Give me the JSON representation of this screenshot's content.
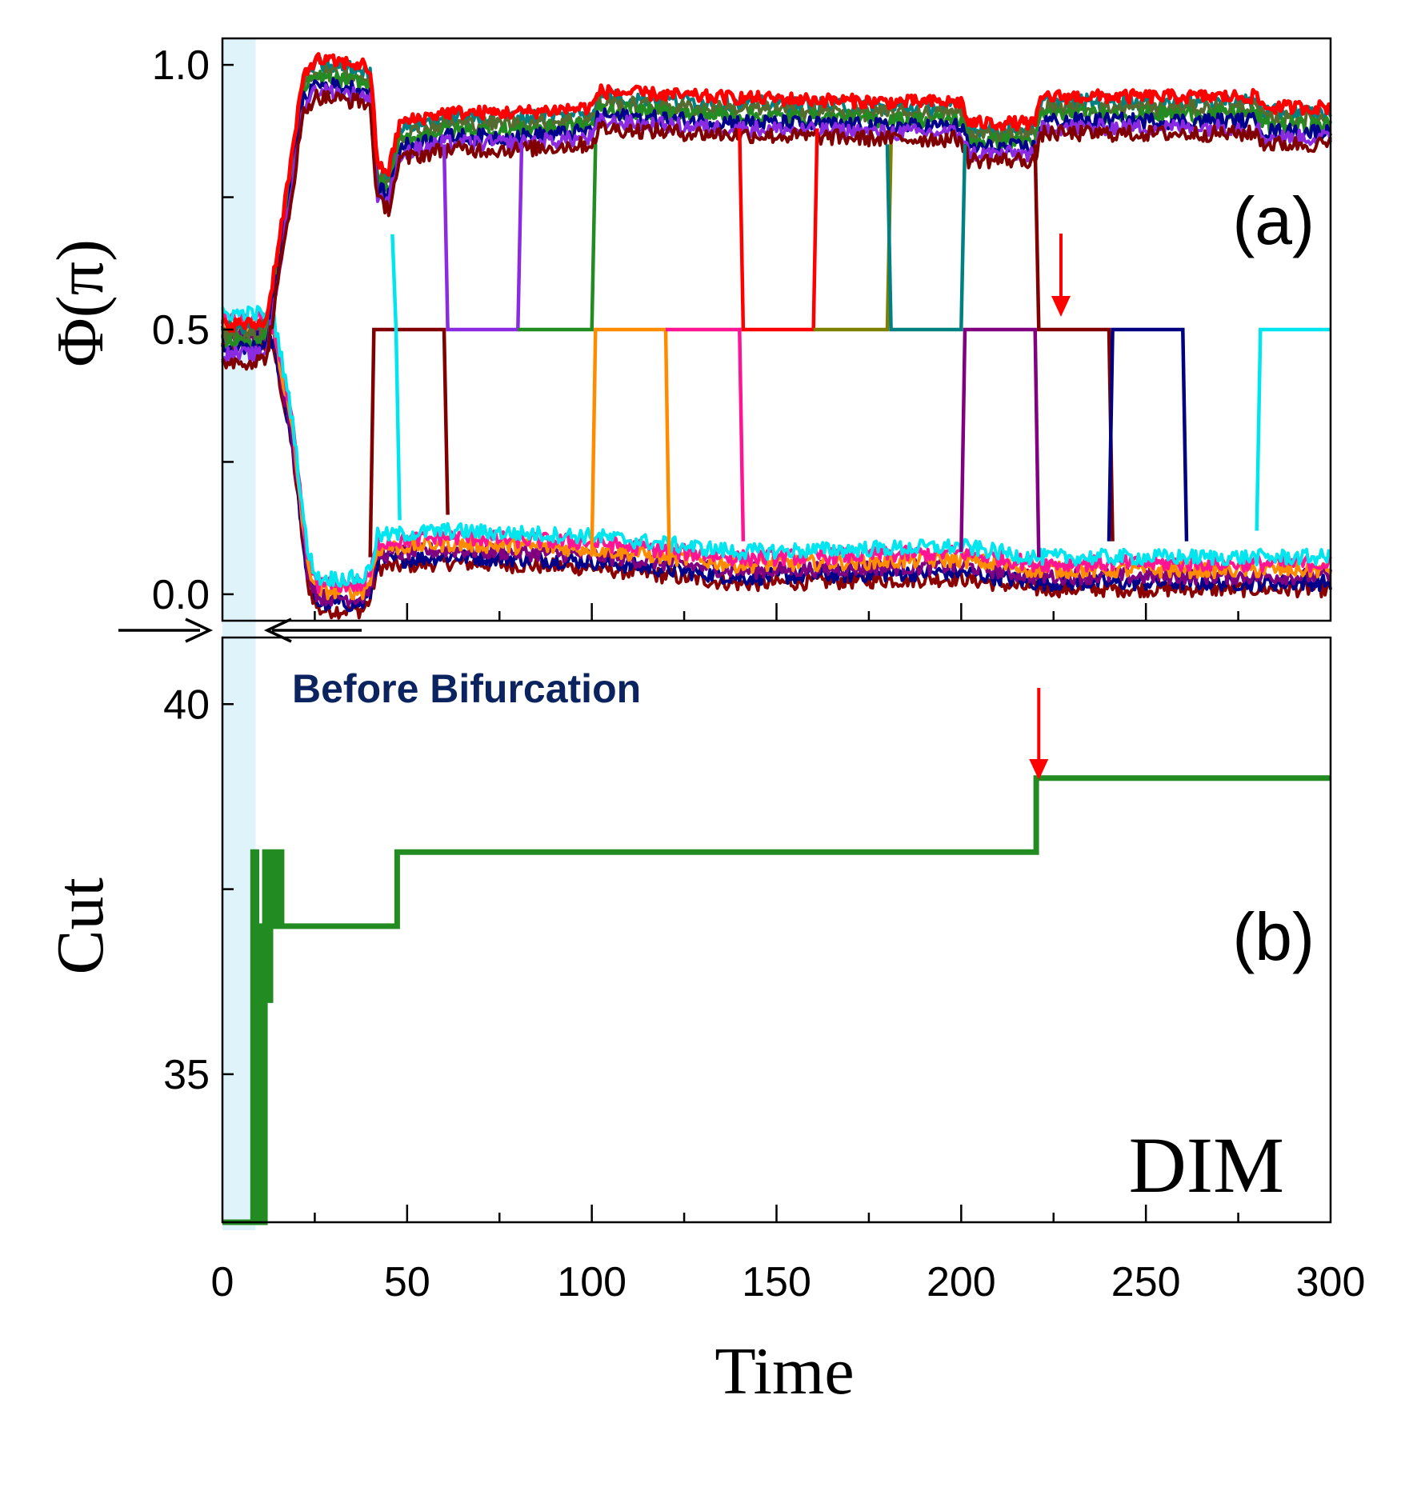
{
  "chart_data": [
    {
      "panel": "(a)",
      "type": "line",
      "xlabel": "Time",
      "ylabel": "Φ(π)",
      "xlim": [
        0,
        300
      ],
      "ylim": [
        -0.05,
        1.05
      ],
      "yticks": [
        "0.0",
        "0.5",
        "1.0"
      ],
      "grid": false,
      "colors": {
        "upper_ref": "#ff0000",
        "upper_variants": [
          "#008080",
          "#556b2f",
          "#228b22",
          "#00008b",
          "#8a2be2",
          "#800000"
        ],
        "lower_variants": [
          "#8b0000",
          "#00008b",
          "#800080",
          "#ff8c00",
          "#ff1493",
          "#00e5ee"
        ],
        "switchers": [
          "#8a2be2",
          "#228b22",
          "#ff0000",
          "#808000",
          "#008080",
          "#800000",
          "#00e5ee",
          "#ff8c00",
          "#ff1493",
          "#800080",
          "#000080"
        ]
      },
      "description_of_series": "Phases of many oscillators; they split from 0.5 into groups near 0 and near 1, with some oscillators temporarily parked at 0.5.",
      "upper_envelope": [
        [
          0,
          0.5
        ],
        [
          10,
          0.5
        ],
        [
          12,
          0.51
        ],
        [
          18,
          0.78
        ],
        [
          22,
          0.97
        ],
        [
          25,
          1.0
        ],
        [
          38,
          0.99
        ],
        [
          40,
          0.98
        ],
        [
          42,
          0.8
        ],
        [
          45,
          0.79
        ],
        [
          48,
          0.88
        ],
        [
          60,
          0.9
        ],
        [
          80,
          0.9
        ],
        [
          100,
          0.91
        ],
        [
          102,
          0.94
        ],
        [
          130,
          0.93
        ],
        [
          180,
          0.92
        ],
        [
          200,
          0.92
        ],
        [
          202,
          0.88
        ],
        [
          220,
          0.88
        ],
        [
          222,
          0.93
        ],
        [
          280,
          0.93
        ],
        [
          282,
          0.91
        ],
        [
          300,
          0.91
        ]
      ],
      "lower_envelope": [
        [
          0,
          0.5
        ],
        [
          10,
          0.5
        ],
        [
          14,
          0.49
        ],
        [
          19,
          0.3
        ],
        [
          23,
          0.05
        ],
        [
          26,
          0.0
        ],
        [
          38,
          0.0
        ],
        [
          40,
          0.02
        ],
        [
          42,
          0.08
        ],
        [
          60,
          0.09
        ],
        [
          100,
          0.08
        ],
        [
          140,
          0.05
        ],
        [
          200,
          0.06
        ],
        [
          220,
          0.04
        ],
        [
          300,
          0.04
        ]
      ],
      "switch_segments": [
        {
          "color_key": 0,
          "points": [
            [
              60,
              0.85
            ],
            [
              61,
              0.5
            ],
            [
              80,
              0.5
            ],
            [
              81,
              0.85
            ]
          ]
        },
        {
          "color_key": 1,
          "points": [
            [
              80,
              0.5
            ],
            [
              100,
              0.5
            ],
            [
              101,
              0.85
            ]
          ]
        },
        {
          "color_key": 2,
          "points": [
            [
              140,
              0.88
            ],
            [
              141,
              0.5
            ],
            [
              160,
              0.5
            ],
            [
              161,
              0.88
            ]
          ]
        },
        {
          "color_key": 3,
          "points": [
            [
              160,
              0.5
            ],
            [
              180,
              0.5
            ],
            [
              181,
              0.85
            ]
          ]
        },
        {
          "color_key": 4,
          "points": [
            [
              180,
              0.85
            ],
            [
              181,
              0.5
            ],
            [
              200,
              0.5
            ],
            [
              201,
              0.85
            ]
          ]
        },
        {
          "color_key": 5,
          "points": [
            [
              40,
              0.07
            ],
            [
              41,
              0.5
            ],
            [
              60,
              0.5
            ],
            [
              61,
              0.15
            ]
          ]
        },
        {
          "color_key": 6,
          "points": [
            [
              46,
              0.68
            ],
            [
              47,
              0.5
            ],
            [
              48,
              0.14
            ]
          ]
        },
        {
          "color_key": 7,
          "points": [
            [
              100,
              0.08
            ],
            [
              101,
              0.5
            ],
            [
              120,
              0.5
            ],
            [
              121,
              0.06
            ]
          ]
        },
        {
          "color_key": 8,
          "points": [
            [
              120,
              0.5
            ],
            [
              140,
              0.5
            ],
            [
              141,
              0.1
            ]
          ]
        },
        {
          "color_key": 9,
          "points": [
            [
              200,
              0.08
            ],
            [
              201,
              0.5
            ],
            [
              220,
              0.5
            ],
            [
              221,
              0.07
            ]
          ]
        },
        {
          "color_key": 5,
          "points": [
            [
              220,
              0.85
            ],
            [
              221,
              0.5
            ],
            [
              240,
              0.5
            ],
            [
              241,
              0.1
            ]
          ]
        },
        {
          "color_key": 10,
          "points": [
            [
              240,
              0.1
            ],
            [
              241,
              0.5
            ],
            [
              260,
              0.5
            ],
            [
              261,
              0.1
            ]
          ]
        },
        {
          "color_key": 6,
          "points": [
            [
              280,
              0.12
            ],
            [
              281,
              0.5
            ],
            [
              300,
              0.5
            ]
          ]
        }
      ]
    },
    {
      "panel": "(b)",
      "type": "line",
      "xlabel": "Time",
      "ylabel": "Cut",
      "xlim": [
        0,
        300
      ],
      "ylim": [
        33,
        40.9
      ],
      "yticks": [
        "35",
        "40"
      ],
      "grid": false,
      "series": [
        {
          "color": "#228b22",
          "x": [
            0,
            8,
            8.3,
            8.6,
            9.2,
            9.5,
            9.8,
            10,
            10.3,
            11,
            11.5,
            12,
            12.3,
            12.6,
            13,
            13.3,
            14,
            14.5,
            15,
            15.5,
            16,
            16.3,
            47,
            47.3,
            220,
            220.3,
            300
          ],
          "y": [
            33,
            33,
            38,
            38,
            33,
            33,
            37,
            37,
            33,
            33,
            38,
            38,
            36,
            36,
            38,
            38,
            37,
            38,
            37,
            38,
            37,
            37,
            37,
            38,
            38,
            39,
            39
          ]
        }
      ]
    }
  ],
  "annotations": {
    "panel_a_label": "(a)",
    "panel_b_label": "(b)",
    "before_bifurcation": "Before Bifurcation",
    "method_label": "DIM",
    "before_bifurcation_color": "#0b2460",
    "method_label_color": "#c00000",
    "arrow_color": "#ff0000",
    "shade_color": "#dff3fb",
    "shade_range": [
      0,
      9
    ],
    "red_arrow_time_a": 227,
    "red_arrow_time_b": 221,
    "x_tick_labels": [
      "0",
      "50",
      "100",
      "150",
      "200",
      "250",
      "300"
    ]
  }
}
